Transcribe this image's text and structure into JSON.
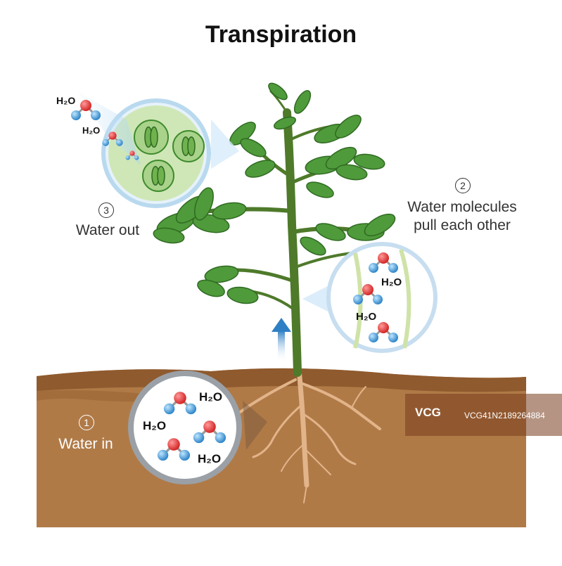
{
  "title": "Transpiration",
  "steps": [
    {
      "number": "1",
      "label": "Water in"
    },
    {
      "number": "2",
      "label": "Water molecules\npull each other"
    },
    {
      "number": "3",
      "label": "Water out"
    }
  ],
  "molecule_label": "H₂O",
  "watermark": {
    "logo": "VCG",
    "id": "VCG41N2189264884"
  },
  "colors": {
    "soil": "#b07a47",
    "soil_dark": "#8f5a2e",
    "leaf": "#4f9a3a",
    "stem": "#4e7a2a",
    "root": "#e2b48a",
    "oxygen": "#e23b3b",
    "hydrogen": "#4aa3e0",
    "arrow": "#3b86c9",
    "stomata_bg": "#cfe7b6"
  }
}
